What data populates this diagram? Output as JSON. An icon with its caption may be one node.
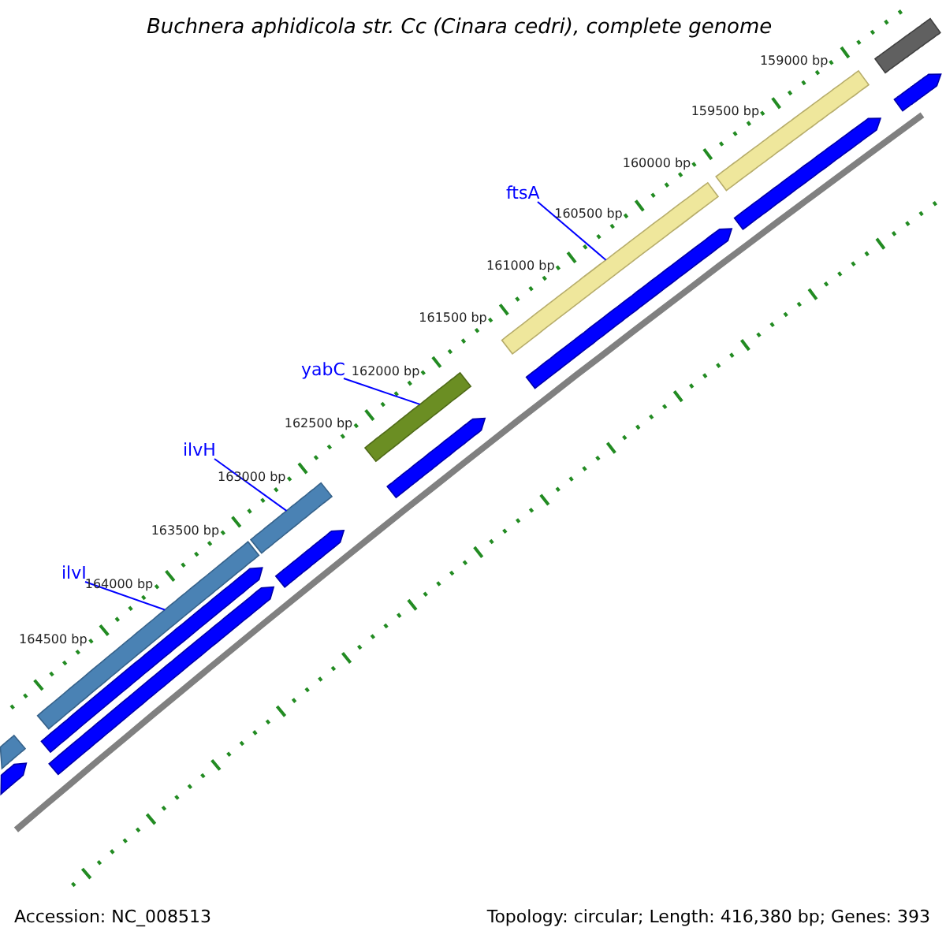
{
  "diagram": {
    "title": "Buchnera aphidicola str. Cc (Cinara cedri), complete genome",
    "nodes": [
      {
        "text": [
          "ftsA"
        ]
      },
      {
        "text": [],
        "shape": "bar"
      },
      {
        "text": [
          "yabC"
        ]
      },
      {
        "text": [],
        "shape": "bar"
      },
      {
        "text": [
          "ilvH"
        ]
      },
      {
        "text": [],
        "shape": "bar"
      },
      {
        "text": [
          "ilvI"
        ]
      },
      {
        "text": [],
        "shape": "bar"
      },
      {
        "text": [],
        "shape": "bar"
      },
      {
        "text": [],
        "shape": "arrow"
      },
      {
        "text": [],
        "shape": "bar"
      },
      {
        "text": [],
        "shape": "arrow"
      },
      {
        "text": [],
        "shape": "arrow"
      },
      {
        "text": [],
        "shape": "arrow"
      },
      {
        "text": [],
        "shape": "arrow"
      },
      {
        "text": [],
        "shape": "arrow"
      },
      {
        "text": [],
        "shape": "arrow"
      },
      {
        "text": [],
        "shape": "bar"
      },
      {
        "text": [],
        "shape": "arrow"
      }
    ],
    "edges": [
      {
        "from": 0,
        "to": 1,
        "arrow": "none"
      },
      {
        "from": 2,
        "to": 3,
        "arrow": "none"
      },
      {
        "from": 4,
        "to": 5,
        "arrow": "none"
      },
      {
        "from": 6,
        "to": 7,
        "arrow": "none"
      }
    ],
    "labels": [
      "159000 bp",
      "159500 bp",
      "160000 bp",
      "160500 bp",
      "161000 bp",
      "161500 bp",
      "162000 bp",
      "162500 bp",
      "163000 bp",
      "163500 bp",
      "164000 bp",
      "164500 bp",
      "Accession: NC_008513",
      "Topology: circular; Length: 416,380 bp; Genes: 393"
    ]
  }
}
